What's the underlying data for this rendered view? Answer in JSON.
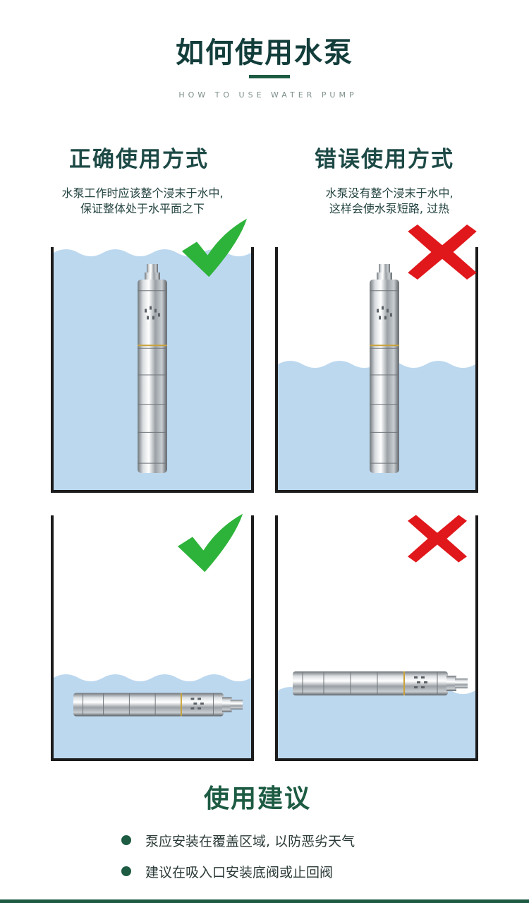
{
  "header": {
    "title": "如何使用水泵",
    "subtitle": "HOW TO USE WATER PUMP"
  },
  "correct": {
    "heading": "正确使用方式",
    "desc_line1": "水泵工作时应该整个浸末于水中,",
    "desc_line2": "保证整体处于水平面之下"
  },
  "wrong": {
    "heading": "错误使用方式",
    "desc_line1": "水泵没有整个浸末于水中,",
    "desc_line2": "这样会使水泵短路, 过热"
  },
  "tips": {
    "heading": "使用建议",
    "items": [
      "泵应安装在覆盖区域, 以防恶劣天气",
      "建议在吸入口安装底阀或止回阀"
    ]
  },
  "colors": {
    "primary": "#1d5b43",
    "water": "#bcd8ef",
    "check": "#2eb33a",
    "cross": "#e0171b"
  }
}
